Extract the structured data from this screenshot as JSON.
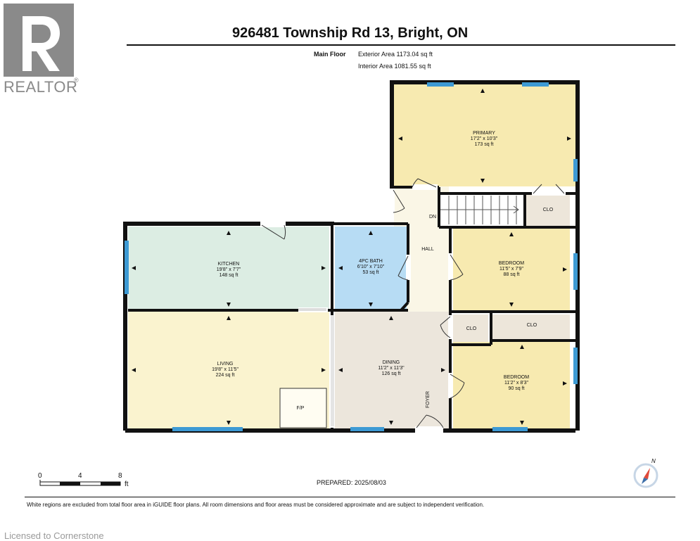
{
  "header": {
    "title": "926481 Township Rd 13, Bright, ON",
    "floor_label": "Main Floor",
    "exterior_area": "Exterior Area 1173.04 sq ft",
    "interior_area": "Interior Area 1081.55 sq ft"
  },
  "logo": {
    "text": "REALTOR",
    "reg_mark": "®"
  },
  "rooms": {
    "primary": {
      "name": "PRIMARY",
      "dims": "17'2\" x 10'3\"",
      "area": "173 sq ft"
    },
    "kitchen": {
      "name": "KITCHEN",
      "dims": "19'8\" x 7'7\"",
      "area": "148 sq ft"
    },
    "bath": {
      "name": "4PC BATH",
      "dims": "6'10\" x 7'10\"",
      "area": "53 sq ft"
    },
    "bedroom1": {
      "name": "BEDROOM",
      "dims": "11'5\" x 7'9\"",
      "area": "88 sq ft"
    },
    "living": {
      "name": "LIVING",
      "dims": "19'8\" x 11'5\"",
      "area": "224 sq ft"
    },
    "dining": {
      "name": "DINING",
      "dims": "11'2\" x 11'3\"",
      "area": "126 sq ft"
    },
    "bedroom2": {
      "name": "BEDROOM",
      "dims": "11'2\" x 8'3\"",
      "area": "90 sq ft"
    }
  },
  "labels": {
    "hall": "HALL",
    "dn": "DN",
    "clo1": "CLO",
    "clo2": "CLO",
    "clo3": "CLO",
    "fp": "F/P",
    "foyer": "FOYER"
  },
  "scale": {
    "ticks": [
      "0",
      "4",
      "8"
    ],
    "unit": "ft"
  },
  "compass": {
    "north": "N"
  },
  "prepared": "PREPARED: 2025/08/03",
  "disclaimer": "White regions are excluded from total floor area in iGUIDE floor plans. All room dimensions and floor areas must be considered approximate and are subject to independent verification.",
  "watermark": "Licensed to Cornerstone",
  "colors": {
    "primary": "#f7eab0",
    "kitchen": "#dcede3",
    "bath": "#b7dcf4",
    "bedroom": "#f7eab0",
    "living": "#faf3cf",
    "dining": "#ece6dc",
    "hall": "#faf6e6",
    "closet": "#ede6da",
    "window": "#3d9ad4",
    "wall": "#111111"
  }
}
